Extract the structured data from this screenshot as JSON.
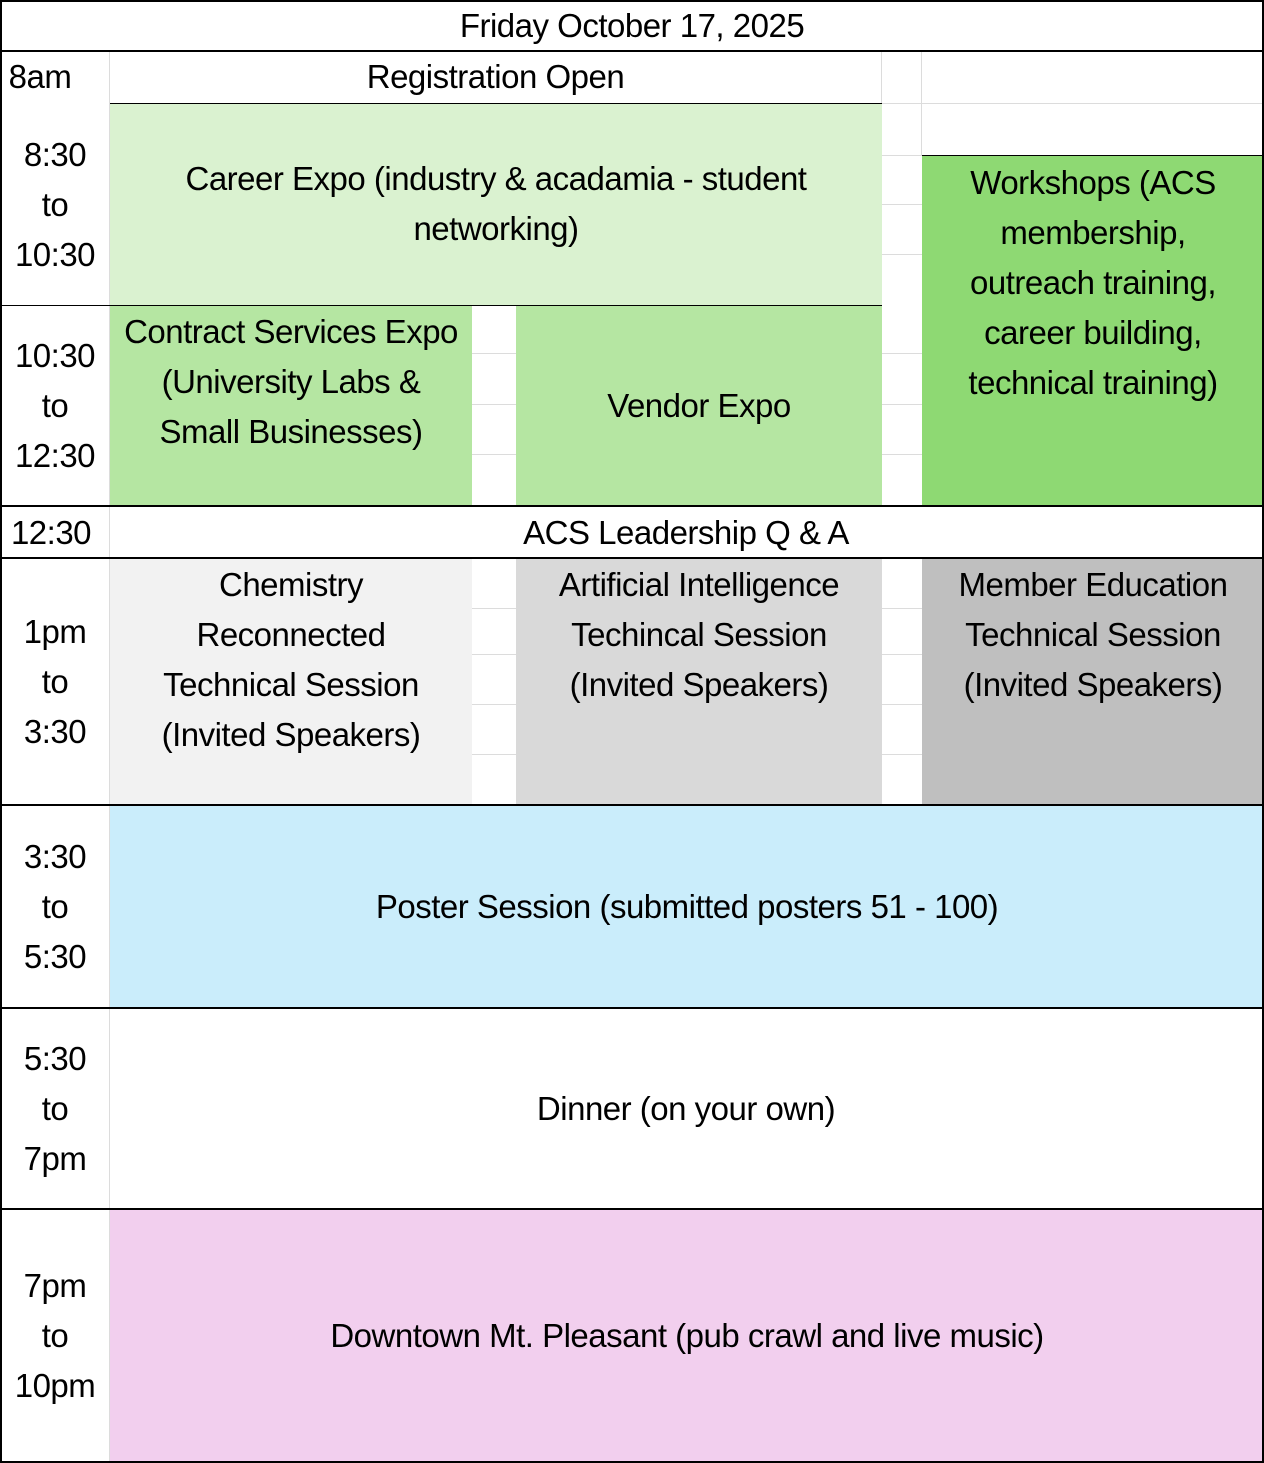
{
  "title": "Friday October 17, 2025",
  "times": {
    "t8": "8am",
    "t830": [
      "8:30",
      "to",
      "10:30"
    ],
    "t1030": [
      "10:30",
      "to",
      "12:30"
    ],
    "t1230": "12:30",
    "t1pm": [
      "1pm",
      "to",
      "3:30"
    ],
    "t330": [
      "3:30",
      "to",
      "5:30"
    ],
    "t530": [
      "5:30",
      "to",
      "7pm"
    ],
    "t7pm": [
      "7pm",
      "to",
      "10pm"
    ]
  },
  "events": {
    "registration": {
      "label": "Registration Open",
      "color": "#ffffff"
    },
    "career_expo": {
      "label": "Career Expo (industry & acadamia - student networking)",
      "color": "#daf2d0"
    },
    "workshops": {
      "label": "Workshops (ACS membership, outreach training, career building, technical training)",
      "color": "#8ed973"
    },
    "contract_expo": {
      "label": "Contract Services Expo (University Labs & Small Businesses)",
      "color": "#b5e6a2"
    },
    "vendor_expo": {
      "label": "Vendor Expo",
      "color": "#b5e6a2"
    },
    "leadership_qa": {
      "label": "ACS Leadership Q & A",
      "color": "#ffffff"
    },
    "chemistry_session": {
      "label": "Chemistry Reconnected Technical Session (Invited Speakers)",
      "color": "#f2f2f2"
    },
    "ai_session": {
      "label": "Artificial Intelligence Techincal Session (Invited Speakers)",
      "color": "#d9d9d9"
    },
    "member_ed_session": {
      "label": "Member Education Technical Session (Invited Speakers)",
      "color": "#bfbfbf"
    },
    "poster_session": {
      "label": "Poster Session (submitted posters 51 - 100)",
      "color": "#caedfb"
    },
    "dinner": {
      "label": "Dinner (on your own)",
      "color": "#ffffff"
    },
    "downtown": {
      "label": "Downtown Mt. Pleasant (pub crawl and live music)",
      "color": "#f2cfee"
    }
  }
}
